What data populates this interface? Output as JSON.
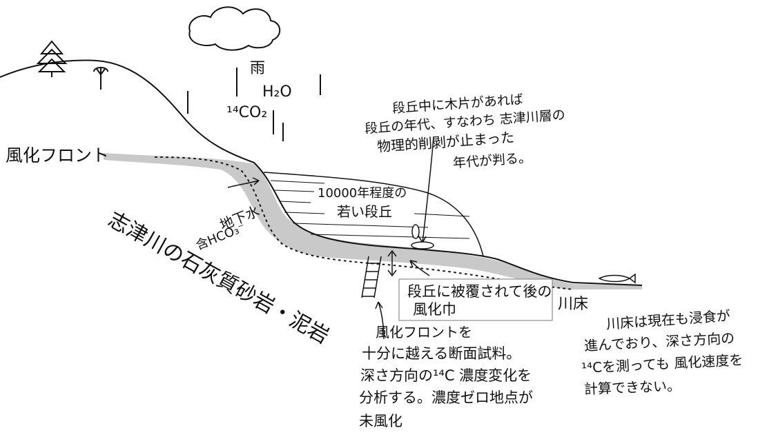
{
  "atmosphere": {
    "rain": "雨",
    "water": "H₂O",
    "co2": "¹⁴CO₂"
  },
  "labels": {
    "weathering_front": "風化フロント",
    "groundwater_line1": "地下水",
    "groundwater_line2": "含HCO₃⁻",
    "bedrock": "志津川の石灰質砂岩・泥岩",
    "terrace_line1": "10000年程度の",
    "terrace_line2": "若い段丘",
    "wood_note_line1": "段丘中に木片があれば",
    "wood_note_line2": "段丘の年代、すなわち 志津川層の",
    "wood_note_line3": "物理的削剥が止まった",
    "wood_note_line4": "年代が判る。",
    "covered_line1": "段丘に被覆されて後の",
    "covered_line2": "風化巾",
    "riverbed": "川床",
    "riverbed_note_line1": "川床は現在も浸食が",
    "riverbed_note_line2": "進んでおり、深さ方向の",
    "riverbed_note_line3": "¹⁴Cを測っても 風化速度を",
    "riverbed_note_line4": "計算できない。",
    "section_note_line1": "風化フロントを",
    "section_note_line2": "十分に越える断面試料。",
    "section_note_line3": "深さ方向の¹⁴C 濃度変化を",
    "section_note_line4": "分析する。濃度ゼロ地点が",
    "section_note_line5": "未風化"
  },
  "colors": {
    "ink": "#111111",
    "weathered_zone": "#c9c9c9",
    "paper": "#ffffff"
  }
}
